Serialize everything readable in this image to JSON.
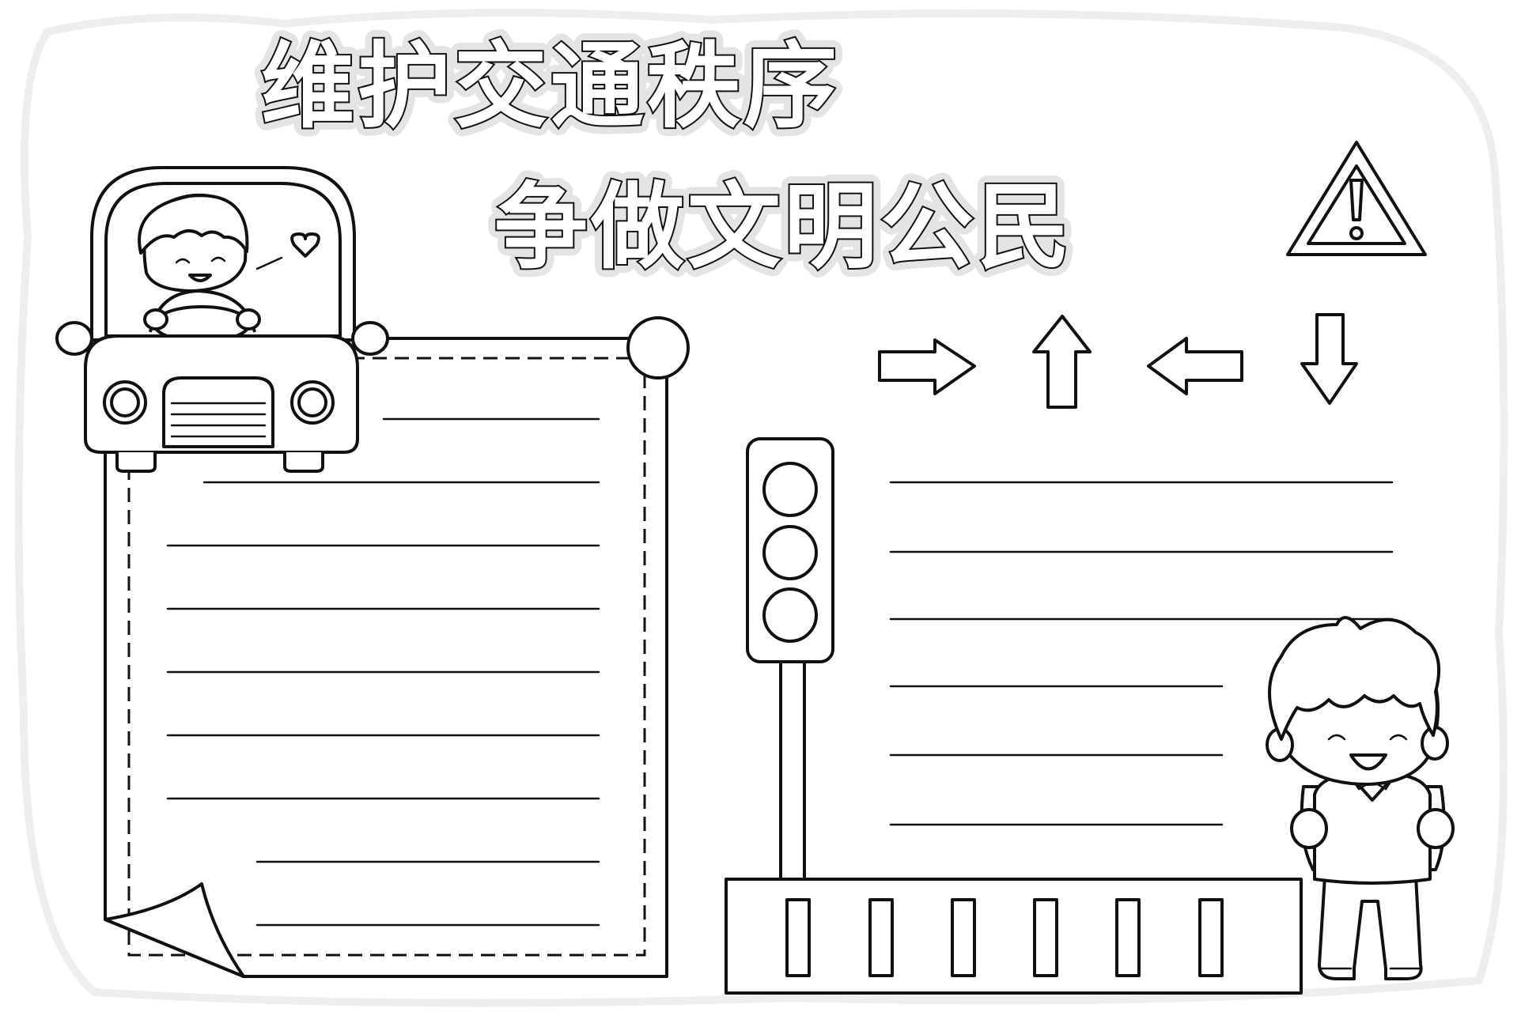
{
  "title": {
    "line1": "维护交通秩序",
    "line2": "争做文明公民"
  },
  "icons": {
    "warning": "warning-triangle-icon",
    "arrows": [
      "arrow-right-icon",
      "arrow-up-icon",
      "arrow-left-icon",
      "arrow-down-icon"
    ],
    "traffic_light": "traffic-light-icon",
    "car": "car-with-driver",
    "boy": "boy-with-backpack",
    "crosswalk": "crosswalk-icon"
  },
  "colors": {
    "ink": "#111111",
    "paper": "#ffffff",
    "halo": "#e4e4e4"
  }
}
